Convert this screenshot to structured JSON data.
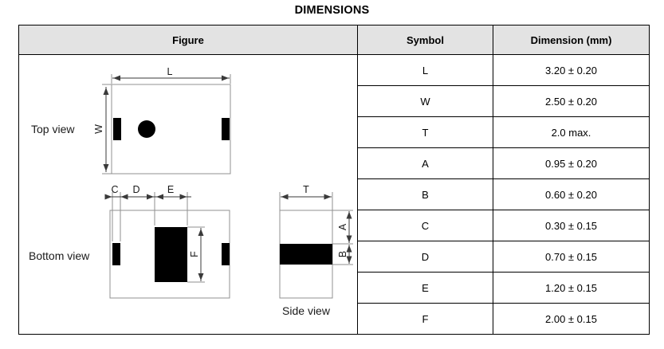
{
  "page_title": "DIMENSIONS",
  "table": {
    "columns": {
      "figure": "Figure",
      "symbol": "Symbol",
      "dimension": "Dimension (mm)"
    },
    "rows": [
      {
        "symbol": "L",
        "dimension": "3.20 ± 0.20"
      },
      {
        "symbol": "W",
        "dimension": "2.50 ± 0.20"
      },
      {
        "symbol": "T",
        "dimension": "2.0 max."
      },
      {
        "symbol": "A",
        "dimension": "0.95 ± 0.20"
      },
      {
        "symbol": "B",
        "dimension": "0.60 ± 0.20"
      },
      {
        "symbol": "C",
        "dimension": "0.30 ± 0.15"
      },
      {
        "symbol": "D",
        "dimension": "0.70 ± 0.15"
      },
      {
        "symbol": "E",
        "dimension": "1.20 ± 0.15"
      },
      {
        "symbol": "F",
        "dimension": "2.00 ± 0.15"
      }
    ]
  },
  "figure": {
    "views": {
      "top": "Top view",
      "bottom": "Bottom view",
      "side": "Side view"
    },
    "dim_labels": {
      "L": "L",
      "W": "W",
      "T": "T",
      "A": "A",
      "B": "B",
      "C": "C",
      "D": "D",
      "E": "E",
      "F": "F"
    }
  },
  "colors": {
    "header_bg": "#e3e3e3",
    "table_border": "#000000",
    "drawing_outline": "#909090",
    "dimension_lines": "#3a3a3a",
    "pad_fill": "#000000"
  }
}
